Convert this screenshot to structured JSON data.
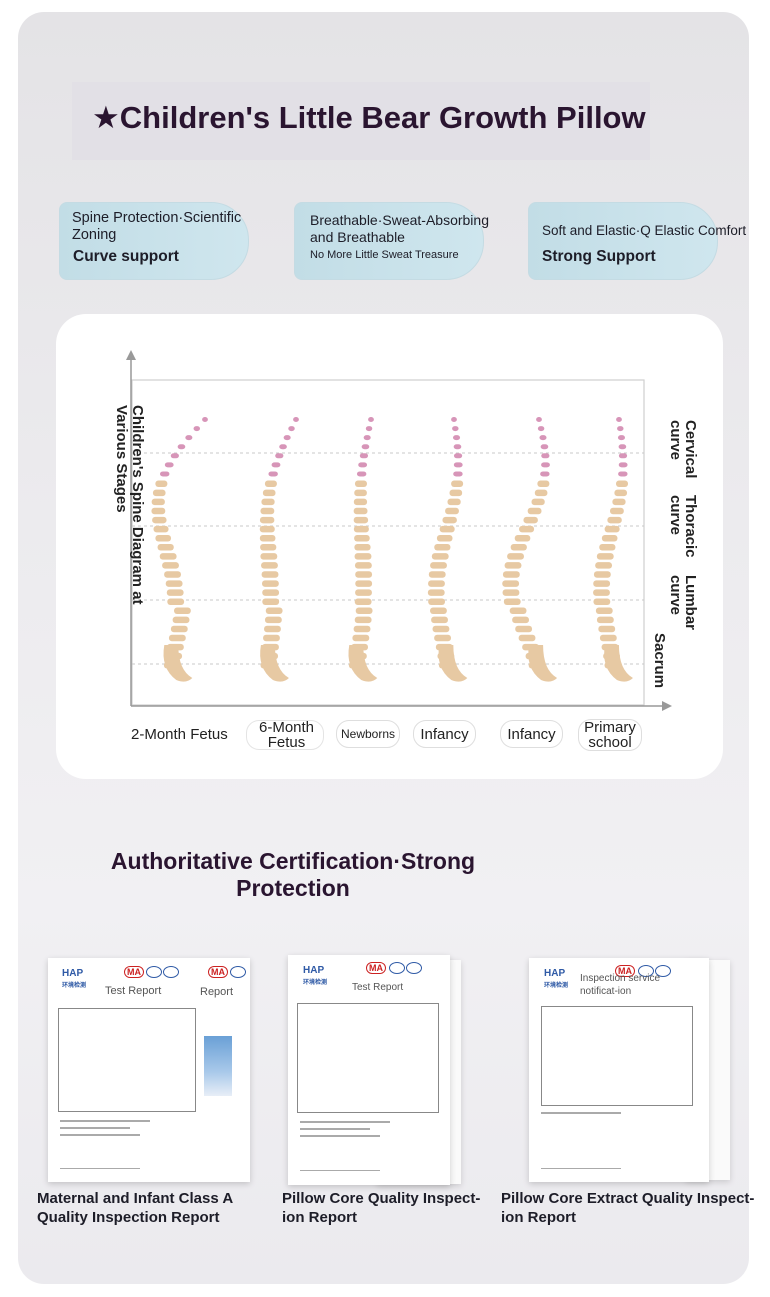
{
  "header": {
    "title": "★Children's Little Bear Growth Pillow"
  },
  "features": [
    {
      "line1": "Spine Protection·Scientific Zoning",
      "line2": "Curve support"
    },
    {
      "line1": "Breathable·Sweat-Absorbing and Breathable",
      "line2": "No More Little Sweat Treasure"
    },
    {
      "line1": "Soft and Elastic·Q Elastic Comfort",
      "line2": "Strong Support"
    }
  ],
  "chart": {
    "axis_title": "Children's Spine Diagram at Various Stages",
    "right_labels": [
      "Cervical curve",
      "Thoracic curve",
      "Lumbar curve",
      "Sacrum"
    ],
    "stages": [
      "2-Month Fetus",
      "6-Month Fetus",
      "Newborns",
      "Infancy",
      "Infancy",
      "Primary school"
    ]
  },
  "certification": {
    "title": "Authoritative Certification·Strong Protection",
    "docs": [
      {
        "report_label": "Test Report",
        "extra_label": "Report",
        "caption": "Maternal and Infant Class A Quality Inspection Report"
      },
      {
        "report_label": "Test Report",
        "caption": "Pillow Core Quality Inspect-ion Report"
      },
      {
        "report_label": "Inspection service notificat-ion",
        "caption": "Pillow Core Extract Quality Inspect-ion Report"
      }
    ],
    "logos": {
      "hap": "HAP",
      "ma": "MA",
      "hap_cn": "环境检测"
    }
  },
  "colors": {
    "title": "#2a1530",
    "pill": "#c8e1ea",
    "spine_pink": "#d795b8",
    "spine_tan": "#e7c9a3"
  }
}
